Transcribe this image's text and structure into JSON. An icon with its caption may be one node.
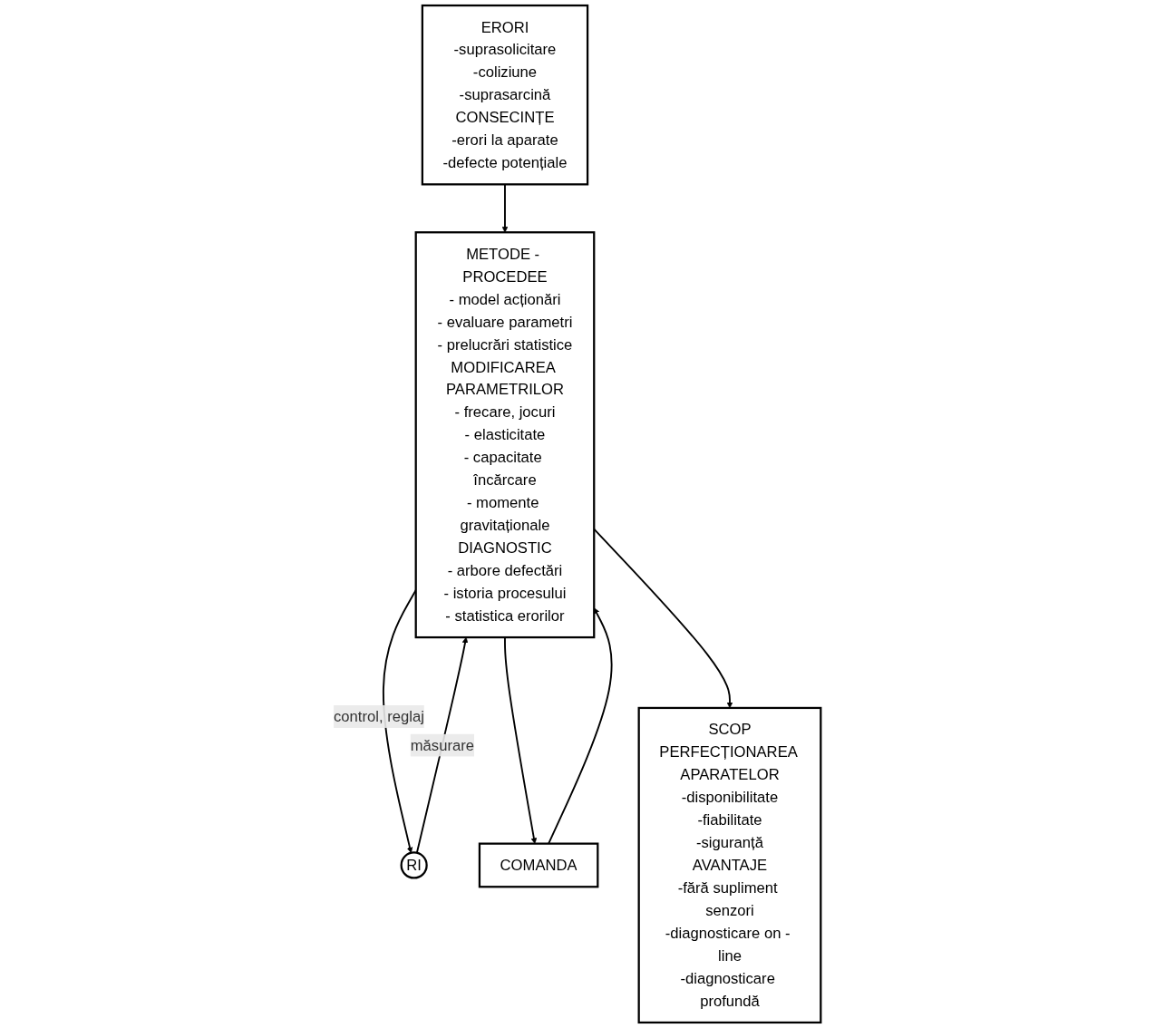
{
  "diagram": {
    "nodes": [
      {
        "text": [
          "ERORI",
          "-suprasolicitare",
          "-coliziune",
          "-suprasarcină",
          "CONSECINȚE",
          "-erori la aparate",
          "-defecte potențiale"
        ]
      },
      {
        "text": [
          "RI"
        ]
      },
      {
        "text": [
          "COMANDA"
        ]
      },
      {
        "text": [
          "METODE - PROCEDEE",
          "- model acționări",
          "- evaluare parametri",
          "- prelucrări statistice",
          "MODIFICAREA PARAMETRILOR",
          "- frecare, jocuri",
          "- elasticitate",
          "- capacitate încărcare",
          "- momente gravitaționale",
          "DIAGNOSTIC",
          "- arbore defectări",
          "- istoria procesului",
          "- statistica erorilor"
        ]
      },
      {
        "text": [
          "SCOP",
          "PERFECȚIONAREA APARATELOR",
          "-disponibilitate",
          "-fiabilitate",
          "-siguranță",
          "AVANTAJE",
          "-fără supliment senzori",
          "-diagnosticare on - line",
          "-diagnosticare profundă"
        ]
      }
    ],
    "edges": [
      {
        "from": 0,
        "to": 3,
        "arrow": "to"
      },
      {
        "from": 3,
        "to": 1,
        "arrow": "to",
        "label": "control, reglaj"
      },
      {
        "from": 3,
        "to": 2,
        "arrow": "to"
      },
      {
        "from": 1,
        "to": 3,
        "arrow": "to",
        "label": "măsurare"
      },
      {
        "from": 2,
        "to": 3,
        "arrow": "to"
      },
      {
        "from": 3,
        "to": 4,
        "arrow": "to"
      }
    ]
  }
}
